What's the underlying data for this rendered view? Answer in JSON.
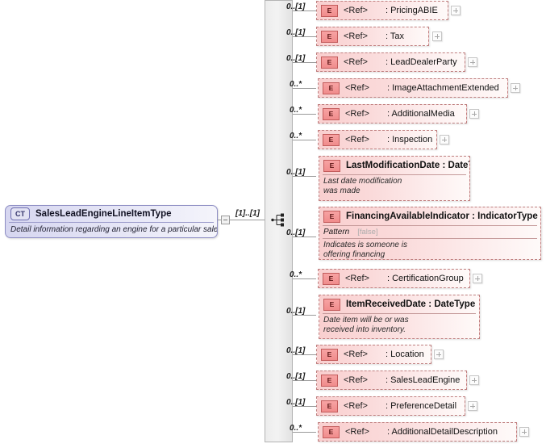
{
  "diagram": {
    "kind": "xsd-schema-diagram",
    "root": {
      "badge": "CT",
      "name": "SalesLeadEngineLineItemType",
      "documentation": "Detail information regarding an engine for a particular sales lead.",
      "cardinality": "[1]..[1]"
    },
    "compositor": {
      "icon": "sequence-icon"
    },
    "ref_label": "<Ref>",
    "separator": ":",
    "children": [
      {
        "cardinality": "0..[1]",
        "badge": "E",
        "ref": "<Ref>",
        "name": "PricingABIE",
        "type": null,
        "expandable": true
      },
      {
        "cardinality": "0..[1]",
        "badge": "E",
        "ref": "<Ref>",
        "name": "Tax",
        "type": null,
        "expandable": true
      },
      {
        "cardinality": "0..[1]",
        "badge": "E",
        "ref": "<Ref>",
        "name": "LeadDealerParty",
        "type": null,
        "expandable": true
      },
      {
        "cardinality": "0..*",
        "badge": "E",
        "ref": "<Ref>",
        "name": "ImageAttachmentExtended",
        "type": null,
        "expandable": true
      },
      {
        "cardinality": "0..*",
        "badge": "E",
        "ref": "<Ref>",
        "name": "AdditionalMedia",
        "type": null,
        "expandable": true
      },
      {
        "cardinality": "0..*",
        "badge": "E",
        "ref": "<Ref>",
        "name": "Inspection",
        "type": null,
        "expandable": true
      },
      {
        "cardinality": "0..[1]",
        "badge": "E",
        "ref": null,
        "name": "LastModificationDate",
        "type": "DateType",
        "expandable": false,
        "documentation": "Last date modification\nwas made"
      },
      {
        "cardinality": "0..[1]",
        "badge": "E",
        "ref": null,
        "name": "FinancingAvailableIndicator",
        "type": "IndicatorType",
        "expandable": false,
        "facet": {
          "name": "Pattern",
          "value": "[false]"
        },
        "documentation": "Indicates is someone is\noffering financing"
      },
      {
        "cardinality": "0..*",
        "badge": "E",
        "ref": "<Ref>",
        "name": "CertificationGroup",
        "type": null,
        "expandable": true
      },
      {
        "cardinality": "0..[1]",
        "badge": "E",
        "ref": null,
        "name": "ItemReceivedDate",
        "type": "DateType",
        "expandable": false,
        "documentation": "Date item will be or was\nreceived into inventory."
      },
      {
        "cardinality": "0..[1]",
        "badge": "E",
        "ref": "<Ref>",
        "name": "Location",
        "type": null,
        "expandable": true
      },
      {
        "cardinality": "0..[1]",
        "badge": "E",
        "ref": "<Ref>",
        "name": "SalesLeadEngine",
        "type": null,
        "expandable": true
      },
      {
        "cardinality": "0..[1]",
        "badge": "E",
        "ref": "<Ref>",
        "name": "PreferenceDetail",
        "type": null,
        "expandable": true
      },
      {
        "cardinality": "0..*",
        "badge": "E",
        "ref": "<Ref>",
        "name": "AdditionalDetailDescription",
        "type": null,
        "expandable": true
      }
    ]
  },
  "colors": {
    "element_border": "#bf7f7f",
    "element_fill": "#f9cfcf",
    "badge_fill": "#f08c8c",
    "root_border": "#8e8ec4",
    "root_fill": "#d6d6f0",
    "line": "#9a9a9a"
  }
}
